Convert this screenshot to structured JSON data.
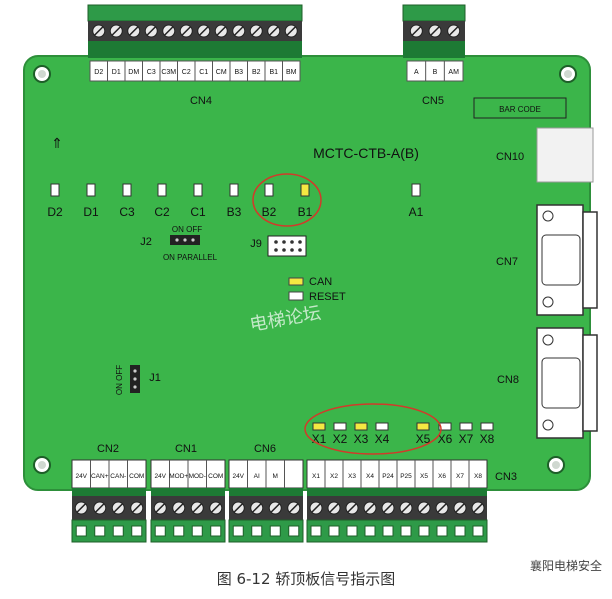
{
  "board": {
    "model": "MCTC-CTB-A(B)",
    "barcode": "BAR CODE",
    "icon_up": "⇑"
  },
  "connectors": {
    "cn4": {
      "label": "CN4",
      "pins": [
        "D2",
        "D1",
        "DM",
        "C3",
        "C3M",
        "C2",
        "C1",
        "CM",
        "B3",
        "B2",
        "B1",
        "BM"
      ]
    },
    "cn5": {
      "label": "CN5",
      "pins": [
        "A",
        "B",
        "AM"
      ]
    },
    "cn10": {
      "label": "CN10"
    },
    "cn7": {
      "label": "CN7"
    },
    "cn8": {
      "label": "CN8"
    },
    "cn2": {
      "label": "CN2",
      "pins": [
        "24V",
        "CAN+",
        "CAN-",
        "COM"
      ]
    },
    "cn1": {
      "label": "CN1",
      "pins": [
        "24V",
        "MOD+",
        "MOD-",
        "COM"
      ]
    },
    "cn6": {
      "label": "CN6",
      "pins": [
        "24V",
        "AI",
        "M",
        ""
      ]
    },
    "cn3": {
      "label": "CN3",
      "pins": [
        "X1",
        "X2",
        "X3",
        "X4",
        "P24",
        "P25",
        "X5",
        "X6",
        "X7",
        "X8"
      ]
    }
  },
  "leds_top": [
    {
      "label": "D2",
      "on": false
    },
    {
      "label": "D1",
      "on": false
    },
    {
      "label": "C3",
      "on": false
    },
    {
      "label": "C2",
      "on": false
    },
    {
      "label": "C1",
      "on": false
    },
    {
      "label": "B3",
      "on": false
    },
    {
      "label": "B2",
      "on": false
    },
    {
      "label": "B1",
      "on": true
    },
    {
      "label": "A1",
      "on": false
    }
  ],
  "leds_bottom": [
    {
      "label": "X1",
      "on": true
    },
    {
      "label": "X2",
      "on": false
    },
    {
      "label": "X3",
      "on": true
    },
    {
      "label": "X4",
      "on": false
    },
    {
      "label": "X5",
      "on": true
    },
    {
      "label": "X6",
      "on": false
    },
    {
      "label": "X7",
      "on": false
    },
    {
      "label": "X8",
      "on": false
    }
  ],
  "jumpers": {
    "j2": {
      "label": "J2",
      "on_off": "ON  OFF",
      "sub": "ON  PARALLEL"
    },
    "j9": {
      "label": "J9"
    },
    "j1": {
      "label": "J1",
      "on_off": "ON OFF"
    }
  },
  "status": {
    "can": "CAN",
    "reset": "RESET"
  },
  "watermark_overlay": "电梯论坛",
  "caption": "图 6-12  轿顶板信号指示图",
  "watermark": "襄阳电梯安全",
  "colors": {
    "board": "#3bb54a",
    "led_on": "#f4e842",
    "led_off": "#ffffff",
    "circle": "#d23a2a",
    "terminal": "#2e9a48"
  }
}
